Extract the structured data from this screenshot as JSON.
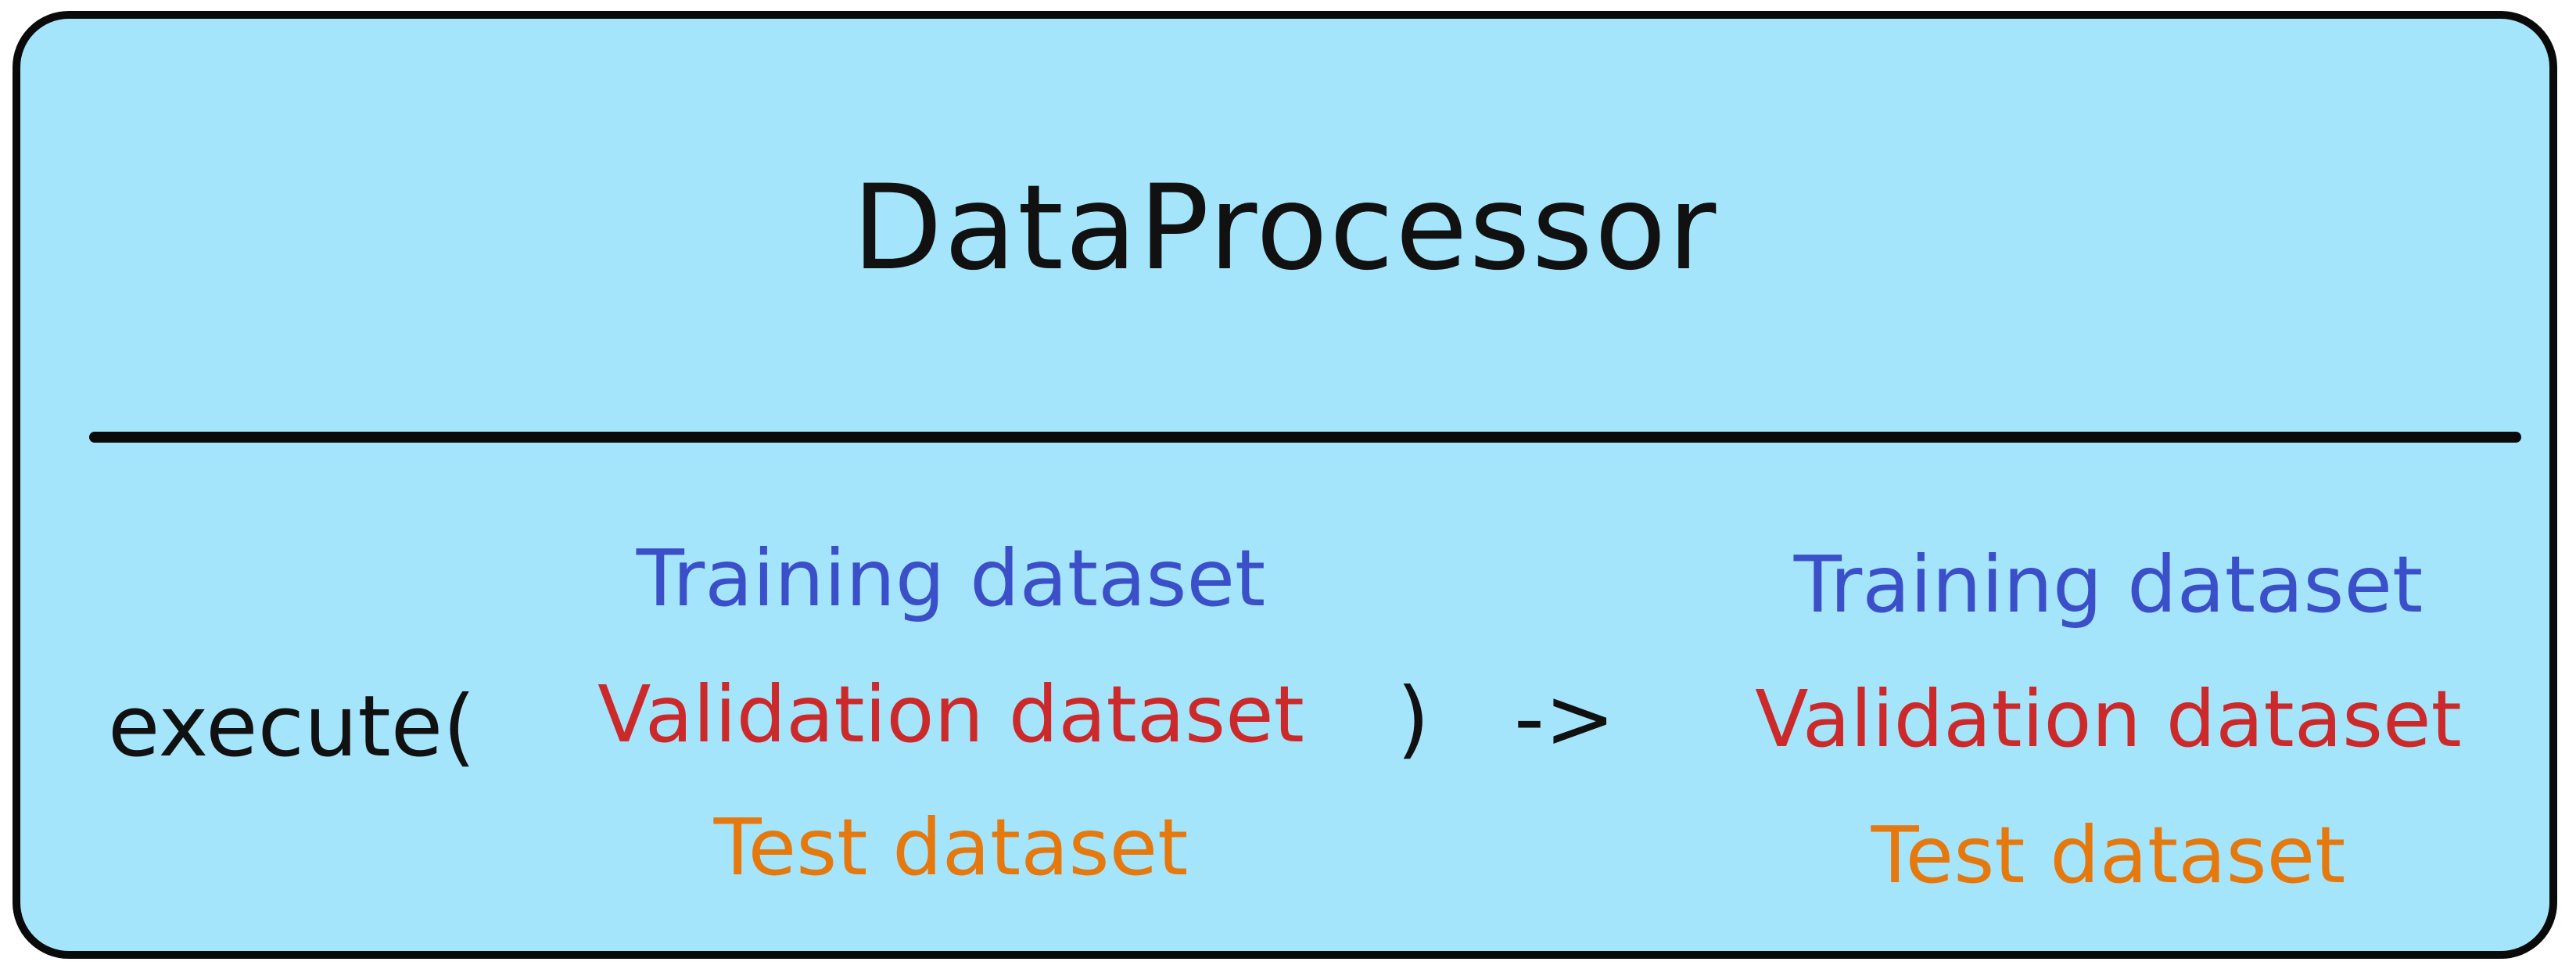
{
  "class": {
    "name": "DataProcessor"
  },
  "method": {
    "call": "execute(",
    "close": ")",
    "arrow": "->"
  },
  "inputs": {
    "training": "Training dataset",
    "validation": "Validation dataset",
    "test": "Test dataset"
  },
  "outputs": {
    "training": "Training dataset",
    "validation": "Validation dataset",
    "test": "Test dataset"
  },
  "colors": {
    "box_fill": "#a5e5fb",
    "outline": "#0a0a0a",
    "training": "#3b50c8",
    "validation": "#cc2a2a",
    "test": "#e5790e"
  }
}
